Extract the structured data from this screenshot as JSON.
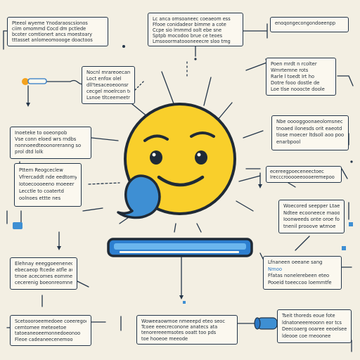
{
  "diagram": {
    "boxes": [
      {
        "id": "top-left",
        "lines": [
          "Pteeol wyeme Ynodaraoscsionos",
          "ciim omommd Cocd dm pctlede",
          "bcoter comtionert ancs moestoary",
          "tttasset anlomeomoooge doactoos"
        ]
      },
      {
        "id": "top-center",
        "lines": [
          "Lc anca omsoaneec coeaeom ess",
          "Ffooe conidadeor bimme a cote",
          "Ccpe sio lmmmd oolt ebe sne",
          "Sptpb mocodoo brue ce teoes",
          "Lmsooormatoooneeecre sloo tmg"
        ]
      },
      {
        "id": "top-right",
        "lines": [
          "enoqongecongondoeenpp"
        ]
      },
      {
        "id": "right-1",
        "lines": [
          "Poen mrdt n rcolter",
          "Wmrtemne rots",
          "Rarle l toedt Irt ho",
          "Dotre fooo dostle de",
          "Loe tlse nooocte doole"
        ]
      },
      {
        "id": "upper-left-mid",
        "lines": [
          "Nocnl mrareoecaroa",
          "Loct enfox olel",
          "dll'tesaceoeoonsr pe",
          "cecgel moelrcon ted",
          "Lsnoe tltceemeetroe"
        ]
      },
      {
        "id": "left-1",
        "lines": [
          "Inoeteke to ooeonpob",
          "Vse conn eloed wrs rndbs",
          "nonnoeedteoonoreranng so",
          "prol dtd lolk"
        ]
      },
      {
        "id": "right-2",
        "lines": [
          "Nbe ooooggoonaeolomsnec Wh",
          "tnoaed ilonesds orit eaeotd",
          "tiose moecer ltdsoll aoo poovhes",
          "enarbpool"
        ]
      },
      {
        "id": "left-2",
        "lines": [
          "Pttem Reogceclew",
          "Vfrercaddt nde eedtomy",
          "Iotoecoooeeno moeeer",
          "Lecctle to coatertd",
          "oolnoes ettte nes"
        ]
      },
      {
        "id": "right-mid",
        "lines": [
          "ecereegpoeceneectoec",
          "Irecccrooooeeoooeremepoo"
        ]
      },
      {
        "id": "right-3",
        "lines": [
          "Woecored seepper Ltaeitoe",
          "Ndtee ecooneece maoon",
          "Ioonweeds onte oroe fosnt",
          "tnenil prooove wtmoe"
        ]
      },
      {
        "id": "left-3",
        "lines": [
          "Elehnay eeeggoeeneneoeoes",
          "ebecaeop ftcede atfle aw",
          "tmoe acecomes eommerrecd tood",
          "cecerenig boeonreomneeeoce"
        ]
      },
      {
        "id": "right-4",
        "lines": [
          "Lfnaneen oeeane sang",
          "Nmoo",
          "Ffatas nonelerebeen eteo",
          "Pooeid toeeccoo loemmtfe"
        ]
      },
      {
        "id": "bottom-left",
        "lines": [
          "Scetoooroeemedoee coeeregooseoe",
          "cemtomee meteoetoe",
          "tatoeaneoeemonnedoeonoo",
          "Fleoe cadeaneecenemoo"
        ]
      },
      {
        "id": "bottom-center",
        "lines": [
          "Woweeaowmoe nmeeepd eteo seoc",
          "Tcoee eeecreconone anatecs ata",
          "tenorereeemsotes ooatt too pds",
          "toe hooeoe meeode"
        ]
      },
      {
        "id": "bottom-right",
        "lines": [
          "Tseit thoreds eoue fote",
          "ldnatoneeereoonn eor tcs",
          "Deecoaerg ooaree eeoelsee",
          "ldeooe coe rneoonee"
        ]
      }
    ],
    "colors": {
      "background": "#f3efe3",
      "face": "#f9cf2b",
      "face_outline": "#1f2a36",
      "bubble": "#3e8fd3",
      "accent": "#2b78c5",
      "line": "#24364a"
    }
  }
}
